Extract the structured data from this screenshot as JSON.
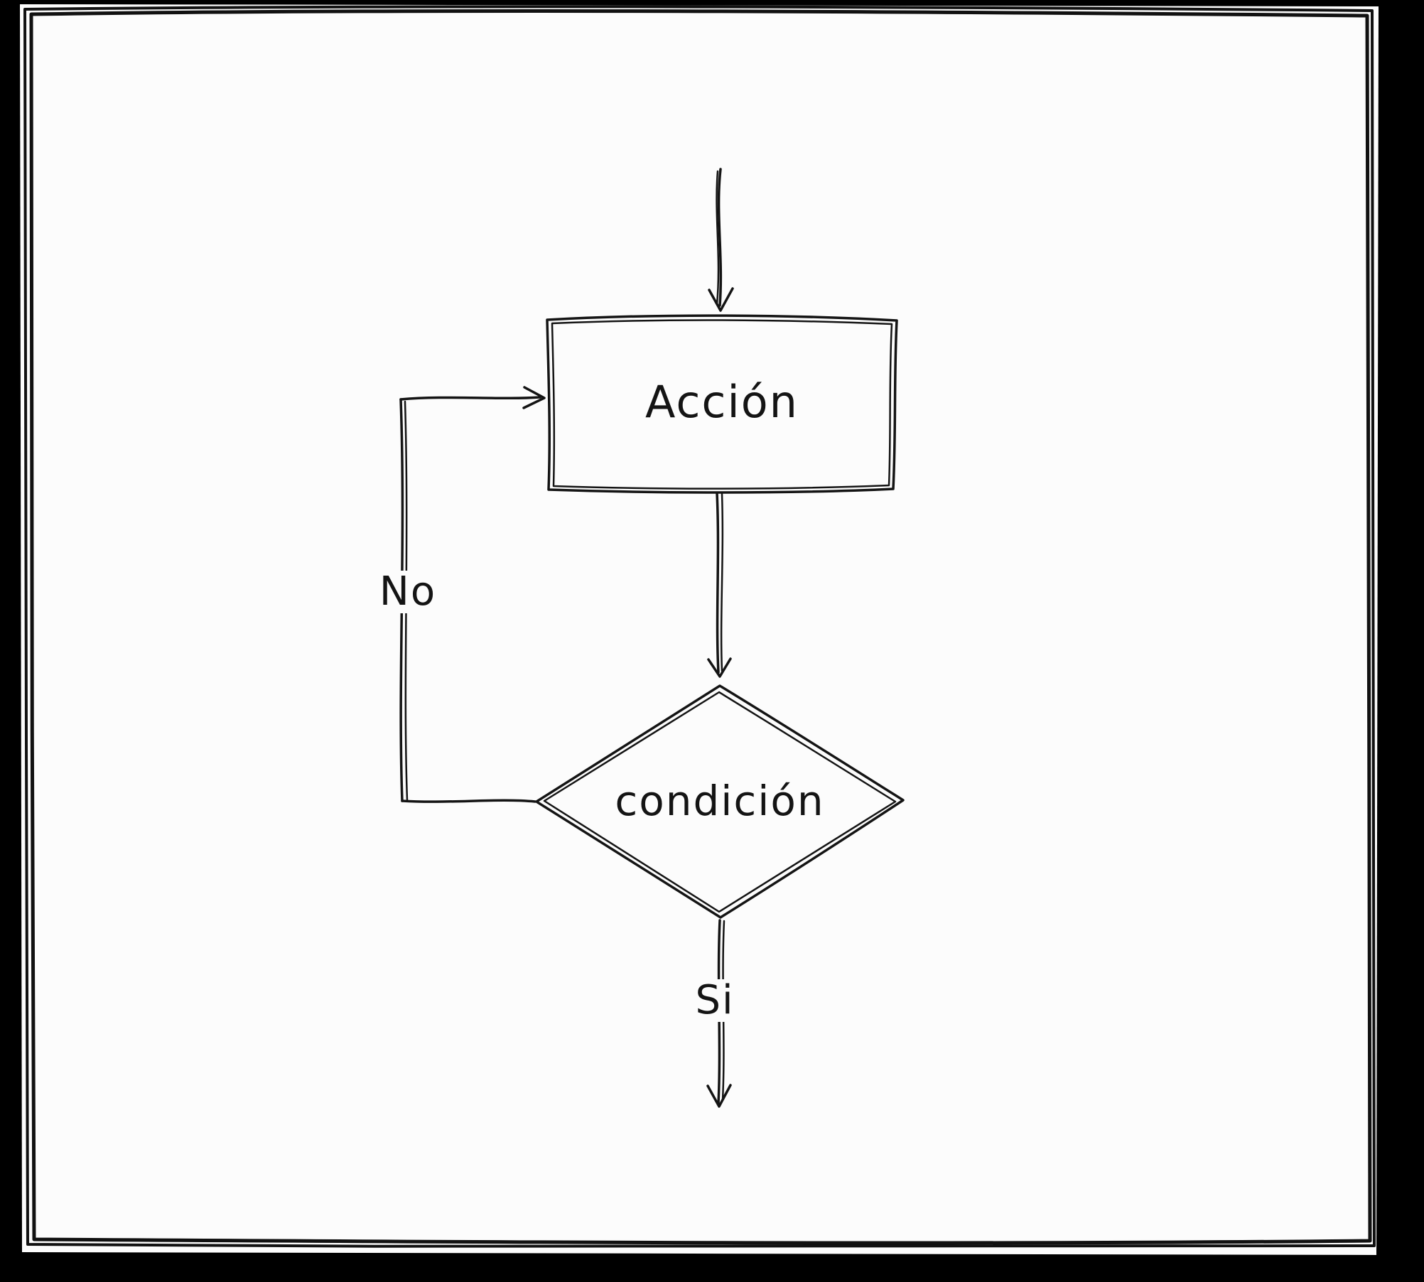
{
  "diagram": {
    "action_label": "Acción",
    "condition_label": "condición",
    "no_label": "No",
    "yes_label": "Si"
  }
}
